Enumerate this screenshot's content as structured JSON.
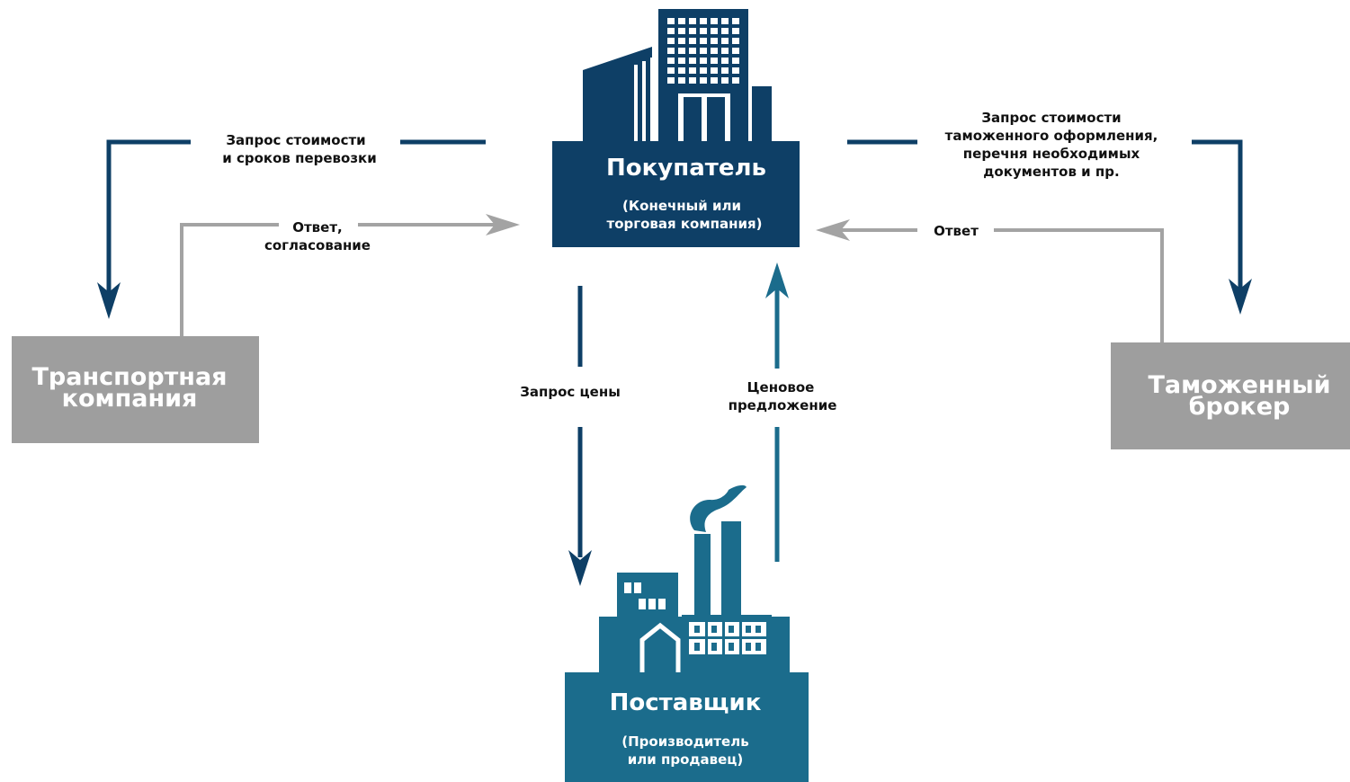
{
  "colors": {
    "navy": "#0e3f66",
    "teal": "#1b6c8c",
    "grey_box": "#9e9e9e",
    "grey_line": "#a3a3a3",
    "white": "#ffffff",
    "text": "#111111"
  },
  "nodes": {
    "buyer": {
      "title": "Покупатель",
      "sub_line1": "(Конечный или",
      "sub_line2": "торговая компания)",
      "icon": "office-building-icon"
    },
    "supplier": {
      "title": "Поставщик",
      "sub_line1": "(Производитель",
      "sub_line2": "или продавец)",
      "icon": "factory-icon"
    },
    "transport": {
      "line1": "Транспортная",
      "line2": "компания"
    },
    "broker": {
      "line1": "Таможенный",
      "line2": "брокер"
    }
  },
  "edges": {
    "transport_request": {
      "line1": "Запрос стоимости",
      "line2": "и сроков перевозки"
    },
    "transport_reply": {
      "line1": "Ответ,",
      "line2": "согласование"
    },
    "broker_request": {
      "line1": "Запрос стоимости",
      "line2": "таможенного оформления,",
      "line3": "перечня необходимых",
      "line4": "документов и пр."
    },
    "broker_reply": {
      "line1": "Ответ"
    },
    "price_request": {
      "line1": "Запрос цены"
    },
    "price_offer": {
      "line1": "Ценовое",
      "line2": "предложение"
    }
  }
}
